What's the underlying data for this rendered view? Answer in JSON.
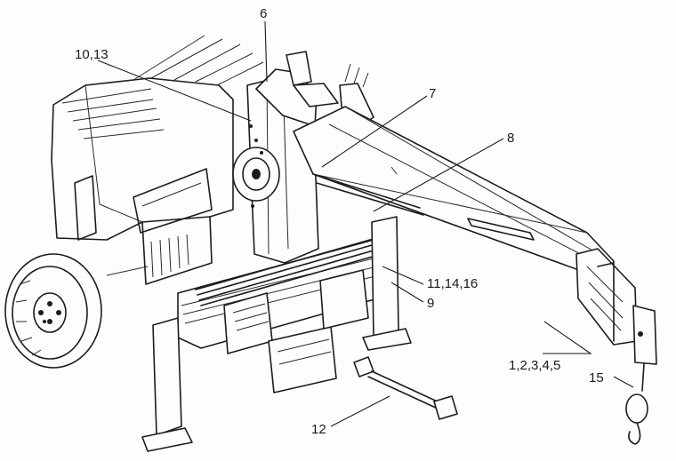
{
  "diagram": {
    "labels": {
      "l6": "6",
      "l10_13": "10,13",
      "l7": "7",
      "l8": "8",
      "l11_14_16": "11,14,16",
      "l9": "9",
      "l1_5": "1,2,3,4,5",
      "l15": "15",
      "l12": "12"
    },
    "colors": {
      "ink": "#1c1c1c",
      "paper": "#fdfdfb"
    }
  }
}
